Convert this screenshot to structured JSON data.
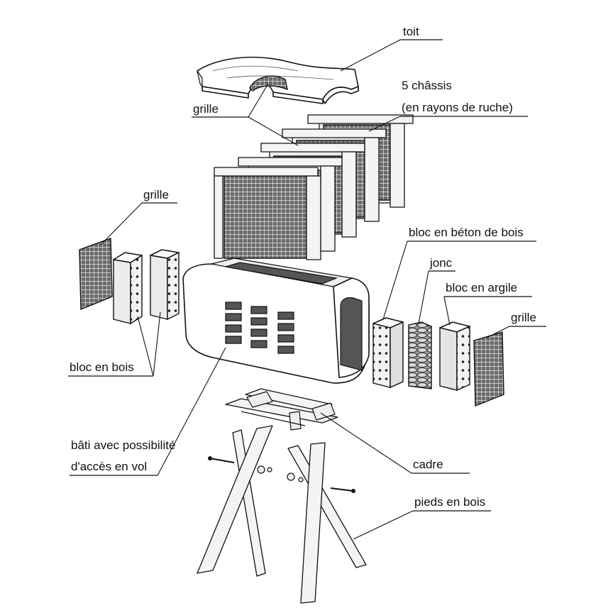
{
  "labels": {
    "toit": "toit",
    "grille_top": "grille",
    "chassis_line1": "5 châssis",
    "chassis_line2": "(en rayons de ruche)",
    "grille_left": "grille",
    "bloc_beton": "bloc en béton de bois",
    "jonc": "jonc",
    "bloc_argile": "bloc en argile",
    "grille_right": "grille",
    "bloc_bois": "bloc en bois",
    "bati_line1": "bâti avec possibilité",
    "bati_line2": "d'accès en vol",
    "cadre": "cadre",
    "pieds": "pieds en bois"
  }
}
